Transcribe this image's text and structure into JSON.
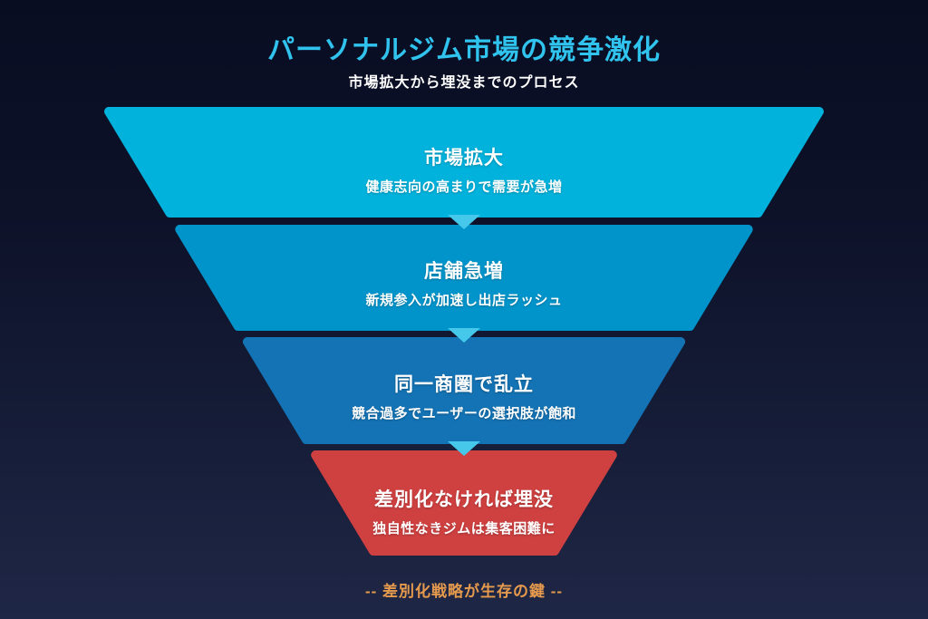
{
  "page": {
    "title": "パーソナルジム市場の競争激化",
    "subtitle": "市場拡大から埋没までのプロセス",
    "footer": "-- 差別化戦略が生存の鍵 --"
  },
  "colors": {
    "background_top": "#090d22",
    "background_bottom": "#1f2746",
    "title_accent": "#2fc3ee",
    "subtitle_text": "#ffffff",
    "stage_text": "#ffffff",
    "arrow_accent": "#45c8ea",
    "footer_accent": "#e59a4d"
  },
  "funnel": {
    "type": "inverted-funnel",
    "stages": [
      {
        "title": "市場拡大",
        "subtitle": "健康志向の高まりで需要が急増",
        "color": "#00b2dc"
      },
      {
        "title": "店舗急増",
        "subtitle": "新規参入が加速し出店ラッシュ",
        "color": "#0094ca"
      },
      {
        "title": "同一商圏で乱立",
        "subtitle": "競合過多でユーザーの選択肢が飽和",
        "color": "#1473b4"
      },
      {
        "title": "差別化なければ埋没",
        "subtitle": "独自性なきジムは集客困難に",
        "color": "#cf4040"
      }
    ]
  }
}
